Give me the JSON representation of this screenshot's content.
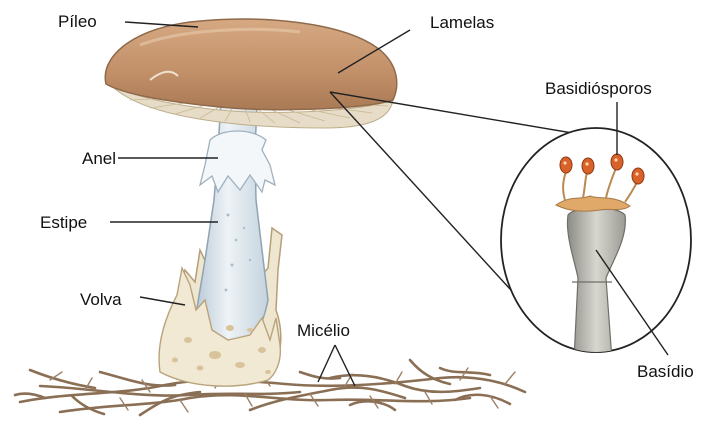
{
  "labels": {
    "pileo": "Píleo",
    "lamelas": "Lamelas",
    "basidiosporos": "Basidiósporos",
    "anel": "Anel",
    "estipe": "Estipe",
    "volva": "Volva",
    "micelio": "Micélio",
    "basidio": "Basídio"
  },
  "colors": {
    "cap_top": "#c99a72",
    "cap_underside": "#e6dcc7",
    "stipe": "#dfe8ee",
    "volva": "#efe6cf",
    "mycelium": "#8a6f55",
    "spores": "#d9622b"
  }
}
